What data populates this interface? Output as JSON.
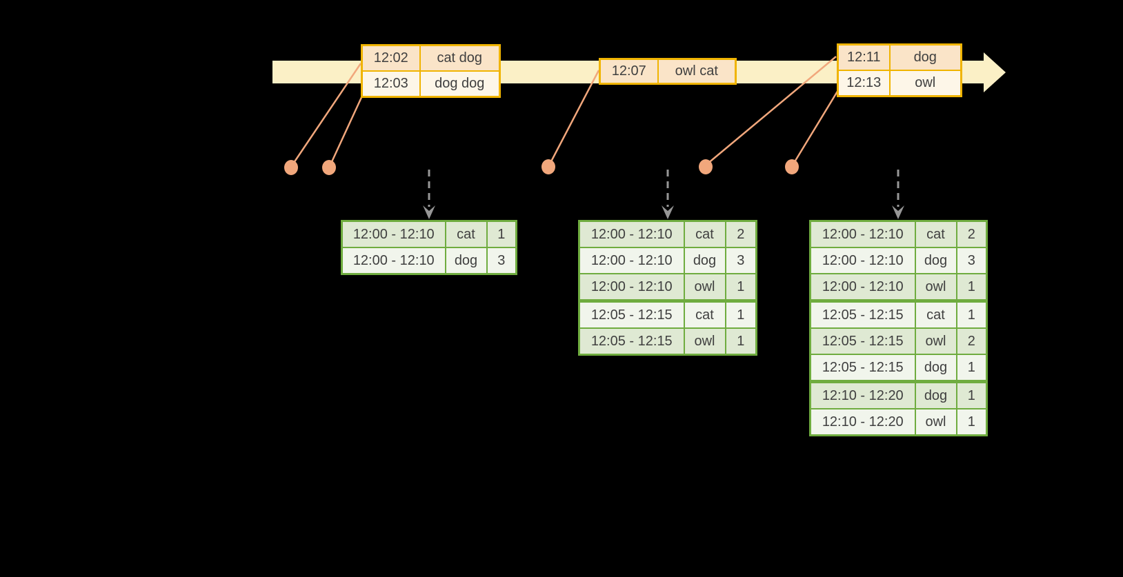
{
  "diagram": {
    "background": "#000000",
    "timeline": {
      "arrow_color": "#FBF0C6",
      "event_tables": [
        {
          "rows": [
            {
              "time": "12:02",
              "words": "cat dog"
            },
            {
              "time": "12:03",
              "words": "dog dog"
            }
          ]
        },
        {
          "rows": [
            {
              "time": "12:07",
              "words": "owl cat"
            }
          ]
        },
        {
          "rows": [
            {
              "time": "12:11",
              "words": "dog"
            },
            {
              "time": "12:13",
              "words": "owl"
            }
          ]
        }
      ]
    },
    "result_tables": [
      {
        "rows": [
          {
            "window": "12:00 - 12:10",
            "word": "cat",
            "count": "1"
          },
          {
            "window": "12:00 - 12:10",
            "word": "dog",
            "count": "3"
          }
        ]
      },
      {
        "rows": [
          {
            "window": "12:00 - 12:10",
            "word": "cat",
            "count": "2"
          },
          {
            "window": "12:00 - 12:10",
            "word": "dog",
            "count": "3"
          },
          {
            "window": "12:00 - 12:10",
            "word": "owl",
            "count": "1"
          },
          {
            "window": "12:05 - 12:15",
            "word": "cat",
            "count": "1"
          },
          {
            "window": "12:05 - 12:15",
            "word": "owl",
            "count": "1"
          }
        ]
      },
      {
        "rows": [
          {
            "window": "12:00 - 12:10",
            "word": "cat",
            "count": "2"
          },
          {
            "window": "12:00 - 12:10",
            "word": "dog",
            "count": "3"
          },
          {
            "window": "12:00 - 12:10",
            "word": "owl",
            "count": "1"
          },
          {
            "window": "12:05 - 12:15",
            "word": "cat",
            "count": "1"
          },
          {
            "window": "12:05 - 12:15",
            "word": "owl",
            "count": "2"
          },
          {
            "window": "12:05 - 12:15",
            "word": "dog",
            "count": "1"
          },
          {
            "window": "12:10 - 12:20",
            "word": "dog",
            "count": "1"
          },
          {
            "window": "12:10 - 12:20",
            "word": "owl",
            "count": "1"
          }
        ]
      }
    ],
    "colors": {
      "timeline_band": "#FBF0C6",
      "event_table_border": "#F0B400",
      "event_row_peach": "#FAE4C8",
      "event_row_cream": "#FDF6E8",
      "event_single_row": "#FCF1DF",
      "connector_salmon": "#F1A77C",
      "trigger_arrow_gray": "#979797",
      "result_table_border": "#6FAC3F",
      "result_row_dark": "#DFE9D3",
      "result_row_light": "#F1F5EC",
      "text": "#3F3F3F"
    },
    "icons": [
      "timeline-arrowhead-icon",
      "event-dot-icon",
      "trigger-arrowhead-icon"
    ]
  }
}
